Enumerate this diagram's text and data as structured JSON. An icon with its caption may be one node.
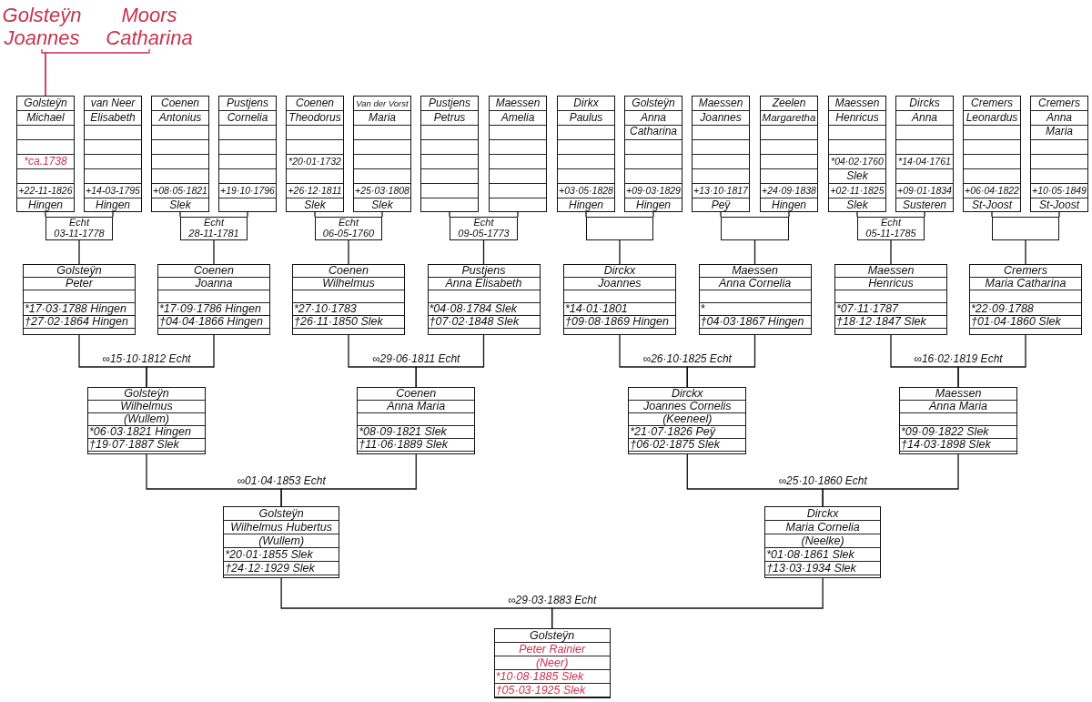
{
  "diagram": {
    "nodes": [
      {
        "text": [
          "Golsteÿn",
          "Joannes"
        ]
      },
      {
        "text": [
          "Moors",
          "Catharina"
        ]
      },
      {
        "text": [
          "Golsteÿn",
          "Michael",
          "*ca.1738",
          "+22-11-1826",
          "Hingen"
        ]
      },
      {
        "text": [
          "van Neer",
          "Elisabeth",
          "+14-03-1795",
          "Hingen"
        ]
      },
      {
        "text": [
          "Coenen",
          "Antonius",
          "+08·05·1821",
          "Slek"
        ]
      },
      {
        "text": [
          "Pustjens",
          "Cornelia",
          "+19·10·1796"
        ]
      },
      {
        "text": [
          "Coenen",
          "Theodorus",
          "*20·01·1732",
          "+26·12·1811",
          "Slek"
        ]
      },
      {
        "text": [
          "Van der Vorst",
          "Maria",
          "+25·03·1808",
          "Slek"
        ]
      },
      {
        "text": [
          "Pustjens",
          "Petrus"
        ]
      },
      {
        "text": [
          "Maessen",
          "Amelia"
        ]
      },
      {
        "text": [
          "Dirkx",
          "Paulus",
          "+03·05·1828",
          "Hingen"
        ]
      },
      {
        "text": [
          "Golsteÿn",
          "Anna Catharina",
          "+09·03·1829",
          "Hingen"
        ]
      },
      {
        "text": [
          "Maessen",
          "Joannes",
          "+13·10·1817",
          "Peÿ"
        ]
      },
      {
        "text": [
          "Zeelen",
          "Margaretha",
          "+24·09·1838",
          "Hingen"
        ]
      },
      {
        "text": [
          "Maessen",
          "Henricus",
          "*04·02·1760",
          "Slek",
          "+02·11·1825",
          "Slek"
        ]
      },
      {
        "text": [
          "Dircks",
          "Anna",
          "*14·04·1761",
          "+09·01·1834",
          "Susteren"
        ]
      },
      {
        "text": [
          "Cremers",
          "Leonardus",
          "+06·04·1822",
          "St-Joost"
        ]
      },
      {
        "text": [
          "Cremers",
          "Anna Maria",
          "+10·05·1849",
          "St-Joost"
        ]
      },
      {
        "text": [
          "Echt",
          "03-11-1778"
        ]
      },
      {
        "text": [
          "Echt",
          "28-11-1781"
        ]
      },
      {
        "text": [
          "Echt",
          "06-05-1760"
        ]
      },
      {
        "text": [
          "Echt",
          "09-05-1773"
        ]
      },
      {
        "text": [],
        "shape": "box"
      },
      {
        "text": [],
        "shape": "box"
      },
      {
        "text": [
          "Echt",
          "05-11-1785"
        ]
      },
      {
        "text": [],
        "shape": "box"
      },
      {
        "text": [
          "Golsteÿn",
          "Peter",
          "*17·03·1788 Hingen",
          "†27·02·1864 Hingen"
        ]
      },
      {
        "text": [
          "Coenen",
          "Joanna",
          "*17·09·1786 Hingen",
          "†04·04·1866 Hingen"
        ]
      },
      {
        "text": [
          "Coenen",
          "Wilhelmus",
          "*27·10·1783",
          "†26·11·1850 Slek"
        ]
      },
      {
        "text": [
          "Pustjens",
          "Anna Elisabeth",
          "*04·08·1784 Slek",
          "†07·02·1848 Slek"
        ]
      },
      {
        "text": [
          "Dirckx",
          "Joannes",
          "*14·01·1801",
          "†09·08·1869 Hingen"
        ]
      },
      {
        "text": [
          "Maessen",
          "Anna Cornelia",
          "*",
          "†04·03·1867 Hingen"
        ]
      },
      {
        "text": [
          "Maessen",
          "Henricus",
          "*07·11·1787",
          "†18·12·1847 Slek"
        ]
      },
      {
        "text": [
          "Cremers",
          "Maria Catharina",
          "*22·09·1788",
          "†01·04·1860 Slek"
        ]
      },
      {
        "text": [
          "Golsteÿn",
          "Wilhelmus",
          "(Wullem)",
          "*06·03·1821 Hingen",
          "†19·07·1887 Slek"
        ]
      },
      {
        "text": [
          "Coenen",
          "Anna Maria",
          "*08·09·1821 Slek",
          "†11·06·1889 Slek"
        ]
      },
      {
        "text": [
          "Dirckx",
          "Joannes Cornelis",
          "(Keeneel)",
          "*21·07·1826 Peÿ",
          "†06·02·1875 Slek"
        ]
      },
      {
        "text": [
          "Maessen",
          "Anna Maria",
          "*09·09·1822 Slek",
          "†14·03·1898 Slek"
        ]
      },
      {
        "text": [
          "Golsteÿn",
          "Wilhelmus Hubertus",
          "(Wullem)",
          "*20·01·1855 Slek",
          "†24·12·1929 Slek"
        ]
      },
      {
        "text": [
          "Dirckx",
          "Maria Cornelia",
          "(Neelke)",
          "*01·08·1861 Slek",
          "†13·03·1934 Slek"
        ]
      },
      {
        "text": [
          "Golsteÿn",
          "Peter Rainier",
          "(Neer)",
          "*10·08·1885 Slek",
          "†05·03·1925 Slek"
        ]
      }
    ],
    "edges": [
      {
        "from": 0,
        "to": 2,
        "arrow": "none",
        "color": "#c8324f"
      },
      {
        "from": 1,
        "to": 2,
        "arrow": "none",
        "color": "#c8324f"
      },
      {
        "from": 2,
        "to": 18,
        "arrow": "none"
      },
      {
        "from": 3,
        "to": 18,
        "arrow": "none"
      },
      {
        "from": 18,
        "to": 26,
        "arrow": "none"
      },
      {
        "from": 4,
        "to": 19,
        "arrow": "none"
      },
      {
        "from": 5,
        "to": 19,
        "arrow": "none"
      },
      {
        "from": 19,
        "to": 27,
        "arrow": "none"
      },
      {
        "from": 6,
        "to": 20,
        "arrow": "none"
      },
      {
        "from": 7,
        "to": 20,
        "arrow": "none"
      },
      {
        "from": 20,
        "to": 28,
        "arrow": "none"
      },
      {
        "from": 8,
        "to": 21,
        "arrow": "none"
      },
      {
        "from": 9,
        "to": 21,
        "arrow": "none"
      },
      {
        "from": 21,
        "to": 29,
        "arrow": "none"
      },
      {
        "from": 10,
        "to": 22,
        "arrow": "none"
      },
      {
        "from": 11,
        "to": 22,
        "arrow": "none"
      },
      {
        "from": 22,
        "to": 30,
        "arrow": "none"
      },
      {
        "from": 12,
        "to": 23,
        "arrow": "none"
      },
      {
        "from": 13,
        "to": 23,
        "arrow": "none"
      },
      {
        "from": 23,
        "to": 31,
        "arrow": "none"
      },
      {
        "from": 14,
        "to": 24,
        "arrow": "none"
      },
      {
        "from": 15,
        "to": 24,
        "arrow": "none"
      },
      {
        "from": 24,
        "to": 32,
        "arrow": "none"
      },
      {
        "from": 16,
        "to": 25,
        "arrow": "none"
      },
      {
        "from": 17,
        "to": 25,
        "arrow": "none"
      },
      {
        "from": 25,
        "to": 33,
        "arrow": "none"
      },
      {
        "from": 26,
        "to": 34,
        "arrow": "none",
        "label": "∞15·10·1812 Echt"
      },
      {
        "from": 27,
        "to": 34,
        "arrow": "none"
      },
      {
        "from": 28,
        "to": 35,
        "arrow": "none",
        "label": "∞29·06·1811 Echt"
      },
      {
        "from": 29,
        "to": 35,
        "arrow": "none"
      },
      {
        "from": 30,
        "to": 36,
        "arrow": "none",
        "label": "∞26·10·1825 Echt"
      },
      {
        "from": 31,
        "to": 36,
        "arrow": "none"
      },
      {
        "from": 32,
        "to": 37,
        "arrow": "none",
        "label": "∞16·02·1819 Echt"
      },
      {
        "from": 33,
        "to": 37,
        "arrow": "none"
      },
      {
        "from": 34,
        "to": 38,
        "arrow": "none",
        "label": "∞01·04·1853 Echt"
      },
      {
        "from": 35,
        "to": 38,
        "arrow": "none"
      },
      {
        "from": 36,
        "to": 39,
        "arrow": "none",
        "label": "∞25·10·1860 Echt"
      },
      {
        "from": 37,
        "to": 39,
        "arrow": "none"
      },
      {
        "from": 38,
        "to": 40,
        "arrow": "none",
        "label": "∞29·03·1883 Echt"
      },
      {
        "from": 39,
        "to": 40,
        "arrow": "none"
      }
    ]
  }
}
